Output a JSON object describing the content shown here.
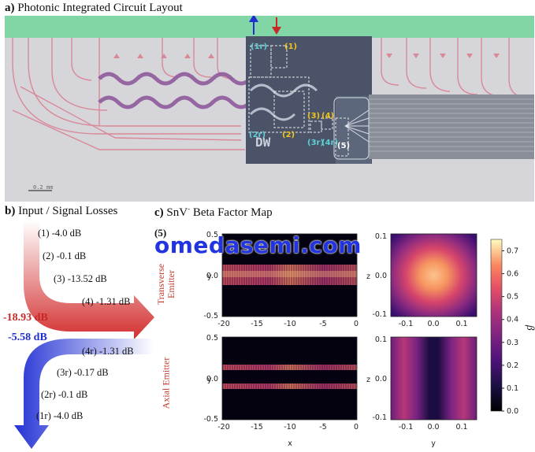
{
  "panel_a": {
    "title_letter": "a)",
    "title_text": "Photonic Integrated Circuit Layout",
    "labels_yellow": [
      "(1)",
      "(2)",
      "(3)",
      "(4)"
    ],
    "labels_cyan": [
      "(1r)",
      "(2r)",
      "(3r)",
      "(4r)"
    ],
    "label_5": "(5)",
    "scale_bar": "0.2 mm",
    "chip_text": "DW"
  },
  "panel_b": {
    "title_letter": "b)",
    "title_text": "Input / Signal Losses",
    "input_losses": [
      "(1) -4.0 dB",
      "(2) -0.1 dB",
      "(3) -13.52 dB",
      "(4) -1.31 dB"
    ],
    "input_total": "-18.93 dB",
    "return_total": "-5.58 dB",
    "return_losses": [
      "(4r) -1.31 dB",
      "(3r) -0.17 dB",
      "(2r) -0.1 dB",
      "(1r) -4.0 dB"
    ],
    "colors": {
      "input": "#d32f2f",
      "return": "#1f2ed0"
    }
  },
  "panel_c": {
    "title_letter": "c)",
    "title_prefix": "SnV",
    "title_sup": "-",
    "title_suffix": " Beta Factor Map",
    "label_5": "(5)",
    "row_labels": [
      "Transverse Emitter",
      "Axial Emitter"
    ],
    "watermark": "omedasemi.com",
    "colorbar_label": "β",
    "colorbar_ticks": [
      "0.0",
      "0.1",
      "0.2",
      "0.3",
      "0.4",
      "0.5",
      "0.6",
      "0.7"
    ],
    "left_x_ticks": [
      "-20",
      "-15",
      "-10",
      "-5",
      "0"
    ],
    "left_y_ticks": [
      "0.5",
      "0.0",
      "-0.5"
    ],
    "left_xlabel": "x",
    "left_ylabel": "y",
    "right_x_ticks": [
      "-0.1",
      "0.0",
      "0.1"
    ],
    "right_y_ticks": [
      "0.1",
      "0.0",
      "-0.1"
    ],
    "right_xlabel": "y",
    "right_ylabel": "z"
  },
  "chart_data": {
    "type": "heatmap",
    "colormap": "magma",
    "value_range": [
      0.0,
      0.75
    ],
    "panels": [
      {
        "name": "Transverse Emitter x-y",
        "xlim": [
          -20,
          0
        ],
        "ylim": [
          -0.5,
          0.5
        ],
        "xlabel": "x",
        "ylabel": "y",
        "peak_beta": 0.7
      },
      {
        "name": "Transverse Emitter y-z",
        "xlim": [
          -0.15,
          0.15
        ],
        "ylim": [
          -0.11,
          0.11
        ],
        "xlabel": "y",
        "ylabel": "z",
        "peak_beta": 0.72
      },
      {
        "name": "Axial Emitter x-y",
        "xlim": [
          -20,
          0
        ],
        "ylim": [
          -0.5,
          0.5
        ],
        "xlabel": "x",
        "ylabel": "y",
        "peak_beta": 0.6
      },
      {
        "name": "Axial Emitter y-z",
        "xlim": [
          -0.15,
          0.15
        ],
        "ylim": [
          -0.11,
          0.11
        ],
        "xlabel": "y",
        "ylabel": "z",
        "peak_beta": 0.45
      }
    ]
  }
}
